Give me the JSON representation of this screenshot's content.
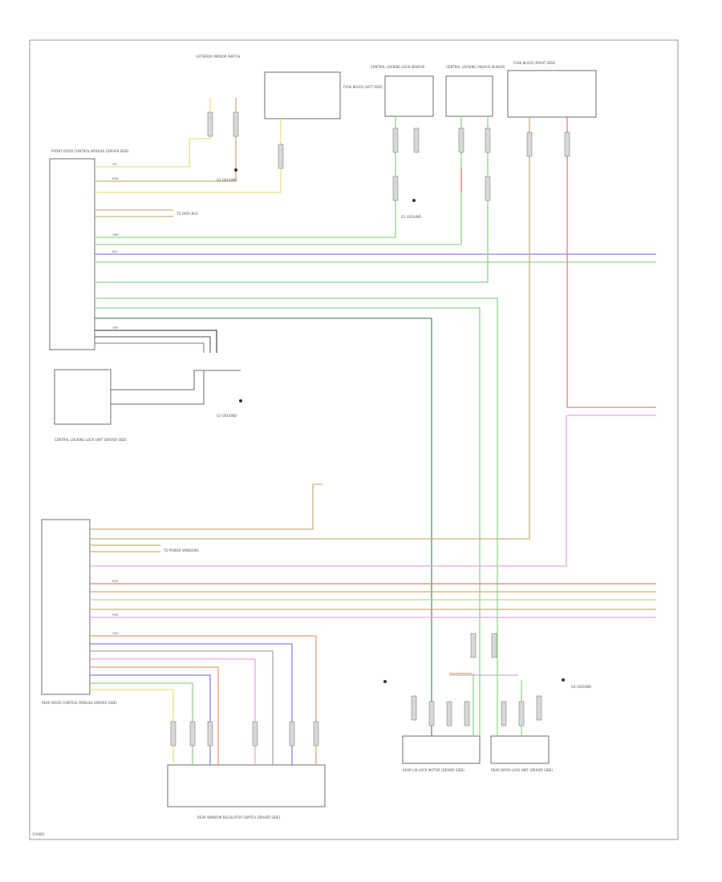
{
  "colors": {
    "yellow": "#e9e27a",
    "green": "#8fd58a",
    "blue": "#8585e8",
    "brown": "#c9b078",
    "grey": "#8a8a8a",
    "red": "#ef7b7b",
    "pink": "#e6a6e6",
    "orange": "#e8a070",
    "white": "#d0d0d0",
    "frame": "#9a9a9a"
  },
  "footer": {
    "code": "119485"
  },
  "modules": {
    "front_door_module": "FRONT DOOR CONTROL MODULE (DRIVER SIDE)",
    "rear_door_module": "REAR DOOR CONTROL MODULE (DRIVER SIDE)",
    "central_locking_sensor": "CENTRAL LOCKING LOCK UNIT (DRIVER SIDE)",
    "window_switch": "REAR WINDOW REGULATOR SWITCH (DRIVER SIDE)",
    "rear_lock_motor": "REAR LID LOCK MOTOR (DRIVER SIDE)",
    "rear_lock_unit": "REAR DOOR LOCK UNIT (DRIVER SIDE)",
    "mirror_switch": "EXTERIOR MIRROR SWITCH",
    "fuse_block_left": "FUSE BLOCK (LEFT SIDE)",
    "fuse_block_right": "FUSE BLOCK (RIGHT SIDE)",
    "lock_sensor_a": "CENTRAL LOCKING LOCK SENSOR",
    "lock_sensor_b": "CENTRAL LOCKING UNLOCK SENSOR"
  },
  "labels": {
    "ground_1": "G1 GROUND",
    "ground_2": "G2 GROUND",
    "ground_3": "G3 GROUND",
    "ground_4": "G4 GROUND",
    "to_bus": "TO DATA BUS",
    "to_window": "TO POWER WINDOWS",
    "wire_yellow": "YEL",
    "wire_green": "GRN",
    "wire_blue": "BLU",
    "wire_brown": "BRN",
    "wire_red": "RED",
    "wire_pink": "PNK",
    "wire_grey": "GRY",
    "wire_orange": "ORG"
  }
}
